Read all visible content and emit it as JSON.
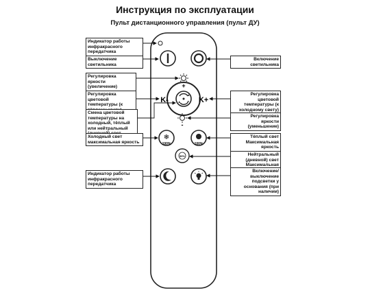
{
  "header": {
    "title": "Инструкция по эксплуатации",
    "subtitle": "Пульт дистанционного управления (пульт ДУ)"
  },
  "labels": {
    "ir_indicator_top": "Индикатор работы инфракрасного передатчика",
    "power_off": "Выключение светильника",
    "power_on": "Включение светильника",
    "brightness_up": "Регулировка яркости (увеличение)",
    "color_warm": "Регулировка цветовой температуры (к тёплому свету)",
    "color_cool": "Регулировка цветовой температуры (к холодному свету)",
    "brightness_down": "Регулировка яркости (уменьшение)",
    "color_cycle": "Смена цветовой температуры на холодный, тёплый или нейтральный (дневной) свет",
    "cold_max": "Холодный свет максимальная яркость",
    "warm_max": "Тёплый свет Максимальная яркость",
    "neutral_max": "Нейтральный (дневной) свет Максимальная яркость",
    "night_indicator": "Индикатор работы инфракрасного передатчика",
    "backlight": "Включение/выключение подсветки у основания (при наличии)"
  },
  "remote": {
    "k_minus": "K-",
    "k_plus": "K+",
    "plus": "+",
    "minus": "-",
    "pct_cold": "100%",
    "pct_warm": "100%",
    "pct_neutral": "50%"
  }
}
